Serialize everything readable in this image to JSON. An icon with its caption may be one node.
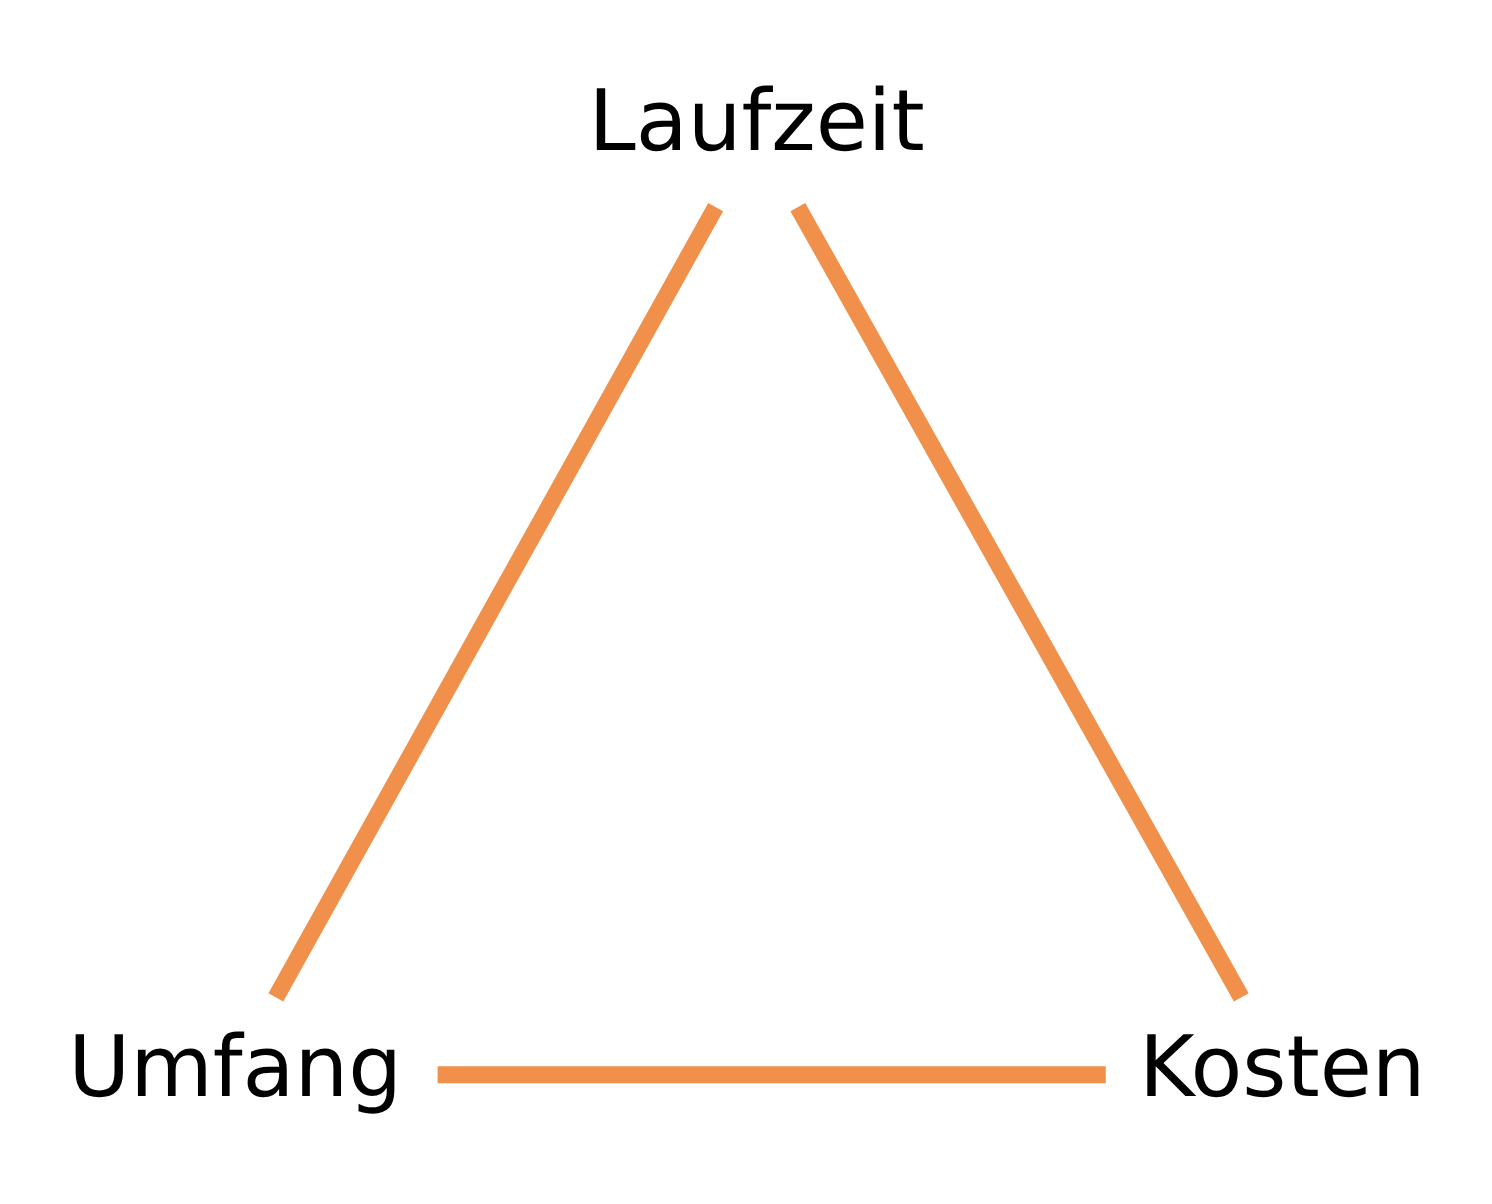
{
  "diagram": {
    "nodes": [
      {
        "text": [
          "Laufzeit"
        ]
      },
      {
        "text": [
          "Umfang"
        ]
      },
      {
        "text": [
          "Kosten"
        ]
      }
    ],
    "edges": [
      {
        "from": 0,
        "to": 1,
        "arrow": "none"
      },
      {
        "from": 0,
        "to": 2,
        "arrow": "none"
      },
      {
        "from": 1,
        "to": 2,
        "arrow": "none"
      }
    ]
  }
}
